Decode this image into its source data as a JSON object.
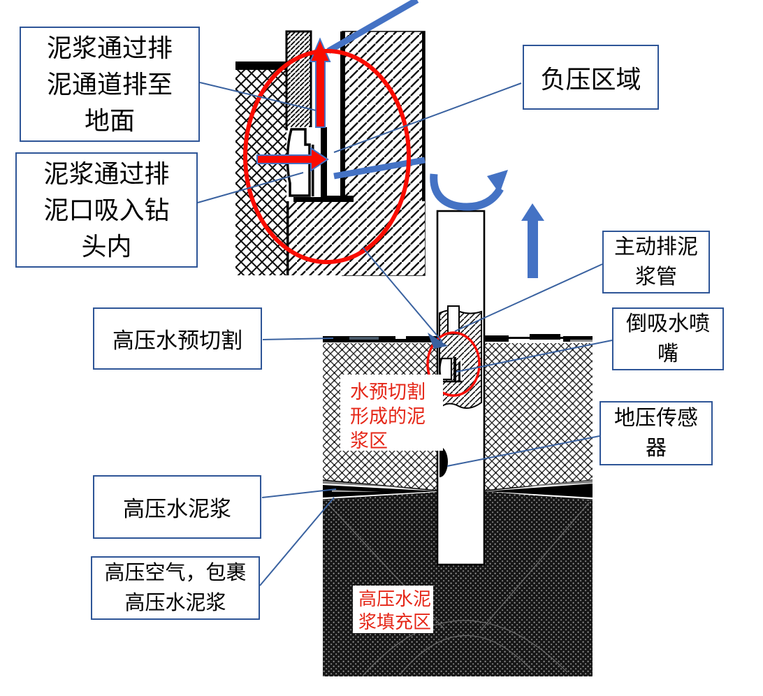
{
  "figure": {
    "type": "technical-diagram",
    "subject": "drill-head mud circulation and high-pressure grouting cross-section"
  },
  "colors": {
    "box_border_blue": "#2e5597",
    "leader_line_blue": "#3a62a0",
    "accent_arrow_blue": "#4472c4",
    "highlight_red": "#fa0c00",
    "zone_text_red": "#e52718",
    "soil_black": "#111111"
  },
  "callouts": {
    "mud_discharge_channel": "泥浆通过排\n泥通道排至\n地面",
    "mud_suction_port": "泥浆通过排\n泥口吸入钻\n头内",
    "negative_pressure_zone": "负压区域",
    "active_mud_pipe": "主动排泥\n浆管",
    "suction_nozzle": "倒吸水喷\n嘴",
    "ground_pressure_sensor": "地压传感\n器",
    "hp_water_precut": "高压水预切割",
    "hp_cement_slurry": "高压水泥浆",
    "hp_air_wrap": "高压空气，包裹\n高压水泥浆"
  },
  "zone_labels": {
    "mud_zone": "水预切割\n形成的泥\n浆区",
    "fill_zone": "高压水泥\n浆填充区"
  },
  "icons": {
    "rotation_arrow": "curved-rotate-arrow",
    "up_arrow": "arrow-up",
    "red_up_arrow": "flow-arrow-up",
    "red_right_arrow": "flow-arrow-right"
  }
}
